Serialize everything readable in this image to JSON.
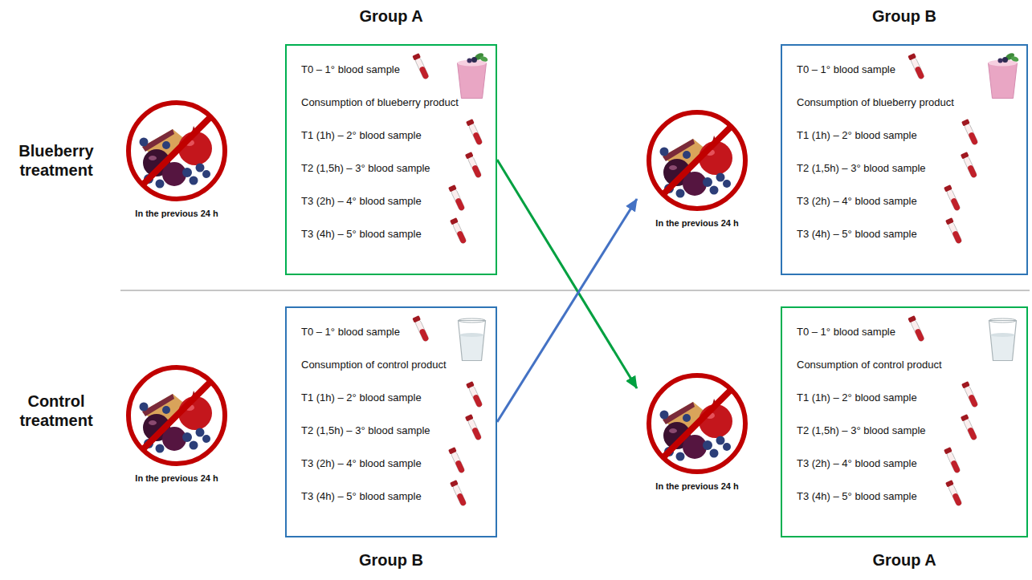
{
  "diagram": {
    "nodes": [
      {
        "text": [
          "In the previous 24 h"
        ]
      },
      {
        "text": [
          "Group A",
          "T0 – 1° blood sample",
          "Consumption of blueberry product",
          "T1 (1h) – 2° blood sample",
          "T2 (1,5h) – 3° blood sample",
          "T3 (2h) – 4° blood sample",
          "T3 (4h) – 5° blood sample"
        ]
      },
      {
        "text": [
          "In the previous 24 h"
        ]
      },
      {
        "text": [
          "Group B",
          "T0 – 1° blood sample",
          "Consumption of blueberry product",
          "T1 (1h) – 2° blood sample",
          "T2 (1,5h) – 3° blood sample",
          "T3 (2h) – 4° blood sample",
          "T3 (4h) – 5° blood sample"
        ]
      },
      {
        "text": [
          "In the previous 24 h"
        ]
      },
      {
        "text": [
          "Group B",
          "T0 – 1° blood sample",
          "Consumption of control product",
          "T1 (1h) – 2° blood sample",
          "T2 (1,5h) – 3° blood sample",
          "T3 (2h) – 4° blood sample",
          "T3 (4h) – 5° blood sample"
        ]
      },
      {
        "text": [
          "In the previous 24 h"
        ]
      },
      {
        "text": [
          "Group A",
          "T0 – 1° blood sample",
          "Consumption of control product",
          "T1 (1h) – 2° blood sample",
          "T2 (1,5h) – 3° blood sample",
          "T3 (2h) – 4° blood sample",
          "T3 (4h) – 5° blood sample"
        ]
      }
    ],
    "edges": [
      {
        "from": 1,
        "to": 6,
        "arrow": "to"
      },
      {
        "from": 5,
        "to": 2,
        "arrow": "to"
      }
    ],
    "labels": [
      "Blueberry treatment",
      "Control treatment"
    ]
  }
}
